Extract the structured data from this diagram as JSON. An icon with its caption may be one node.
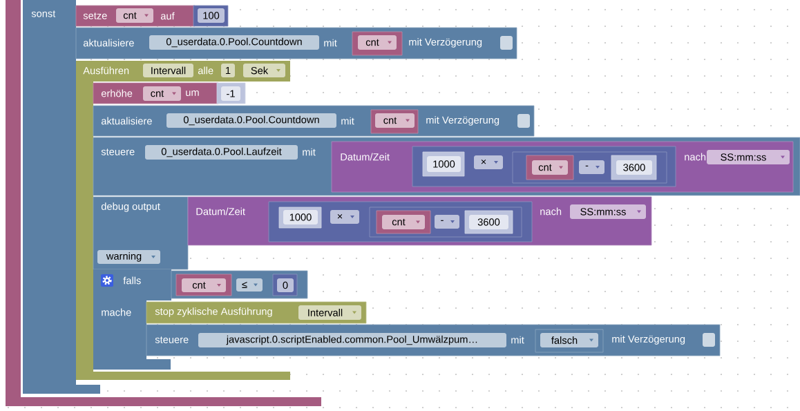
{
  "diagram": {
    "nodes": [
      {
        "text": [],
        "shape": "box"
      },
      {
        "text": [
          "sonst"
        ],
        "in": 0
      },
      {
        "text": [
          "setze",
          "auf"
        ]
      },
      {
        "text": [
          "cnt"
        ],
        "in": 2
      },
      {
        "text": [
          "100"
        ]
      },
      {
        "text": [
          "aktualisiere",
          "mit",
          "mit Verzögerung"
        ]
      },
      {
        "text": [
          "0_userdata.0.Pool.Countdown"
        ],
        "in": 5
      },
      {
        "text": [
          "cnt"
        ],
        "in": 5
      },
      {
        "text": [],
        "shape": "box",
        "in": 5
      },
      {
        "text": [
          "Ausführen",
          "alle"
        ]
      },
      {
        "text": [
          "Intervall"
        ],
        "in": 9
      },
      {
        "text": [
          "1"
        ],
        "in": 9
      },
      {
        "text": [
          "Sek"
        ],
        "in": 9
      },
      {
        "text": [
          "erhöhe",
          "um"
        ],
        "in": 9
      },
      {
        "text": [
          "cnt"
        ],
        "in": 13
      },
      {
        "text": [
          "-1"
        ]
      },
      {
        "text": [
          "aktualisiere",
          "mit",
          "mit Verzögerung"
        ]
      },
      {
        "text": [
          "0_userdata.0.Pool.Countdown"
        ],
        "in": 16
      },
      {
        "text": [
          "cnt"
        ],
        "in": 16
      },
      {
        "text": [],
        "shape": "box",
        "in": 16
      },
      {
        "text": [
          "steuere",
          "mit"
        ]
      },
      {
        "text": [
          "0_userdata.0.Pool.Laufzeit"
        ],
        "in": 20
      },
      {
        "text": [
          "Datum/Zeit",
          "nach"
        ],
        "in": 20
      },
      {
        "text": [],
        "shape": "box",
        "in": 22
      },
      {
        "text": [
          "1000"
        ],
        "in": 23
      },
      {
        "text": [
          "×"
        ],
        "in": 23
      },
      {
        "text": [],
        "shape": "box",
        "in": 23
      },
      {
        "text": [
          "cnt"
        ],
        "in": 26
      },
      {
        "text": [
          "-"
        ],
        "in": 26
      },
      {
        "text": [
          "3600"
        ],
        "in": 26
      },
      {
        "text": [
          "SS:mm:ss"
        ],
        "in": 22
      },
      {
        "text": [
          "debug output"
        ],
        "in": 9
      },
      {
        "text": [
          "Datum/Zeit",
          "nach"
        ]
      },
      {
        "text": [],
        "shape": "box",
        "in": 32
      },
      {
        "text": [
          "1000"
        ],
        "in": 33
      },
      {
        "text": [
          "×"
        ],
        "in": 33
      },
      {
        "text": [],
        "shape": "box",
        "in": 33
      },
      {
        "text": [
          "cnt"
        ],
        "in": 36
      },
      {
        "text": [
          "-"
        ],
        "in": 36
      },
      {
        "text": [
          "3600"
        ],
        "in": 36
      },
      {
        "text": [
          "SS:mm:ss"
        ],
        "in": 32
      },
      {
        "text": [
          "warning"
        ],
        "in": 31
      },
      {
        "text": [
          "falls",
          "mache"
        ],
        "in": 9
      },
      {
        "text": [],
        "shape": "box"
      },
      {
        "text": [
          "cnt"
        ],
        "in": 43
      },
      {
        "text": [
          "≤"
        ],
        "in": 43
      },
      {
        "text": [
          "0"
        ],
        "in": 43
      },
      {
        "text": [
          "stop zyklische Ausführung"
        ]
      },
      {
        "text": [
          "Intervall"
        ],
        "in": 47
      },
      {
        "text": [
          "steuere",
          "mit",
          "mit Verzögerung"
        ]
      },
      {
        "text": [
          "javascript.0.scriptEnabled.common.Pool_Umwälzpum…"
        ],
        "in": 49
      },
      {
        "text": [
          "falsch"
        ],
        "in": 49
      },
      {
        "text": [],
        "shape": "box",
        "in": 49
      }
    ]
  }
}
